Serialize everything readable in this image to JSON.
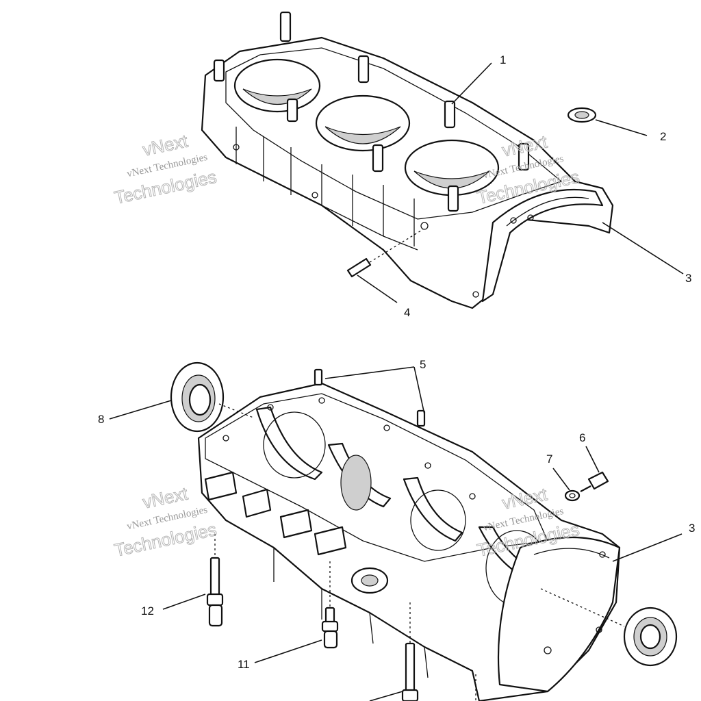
{
  "watermark": {
    "line1": "vNext",
    "line2": "vNext Technologies",
    "line3": "Technologies"
  },
  "callouts": {
    "c1": "1",
    "c2": "2",
    "c3_upper": "3",
    "c4": "4",
    "c5": "5",
    "c6": "6",
    "c7": "7",
    "c8": "8",
    "c3_lower": "3",
    "c11": "11",
    "c12": "12"
  }
}
